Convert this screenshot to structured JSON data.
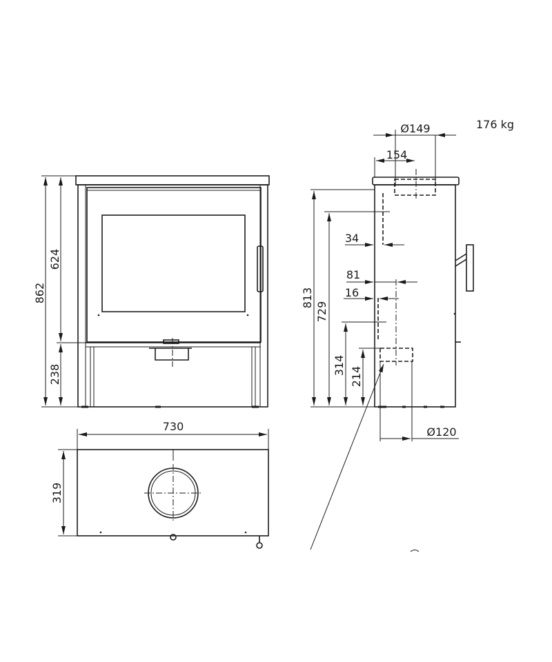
{
  "weight": "176 kg",
  "front_view": {
    "height_total": "862",
    "height_door": "624",
    "height_base": "238"
  },
  "top_view": {
    "width": "730",
    "depth": "319"
  },
  "side_view": {
    "flue_top_diameter": "Ø149",
    "flue_top_offset": "154",
    "height_body": "813",
    "height_flue_center": "729",
    "offset_34": "34",
    "offset_81": "81",
    "offset_16": "16",
    "height_314": "314",
    "height_rear_flue": "214",
    "flue_rear_diameter": "Ø120"
  }
}
